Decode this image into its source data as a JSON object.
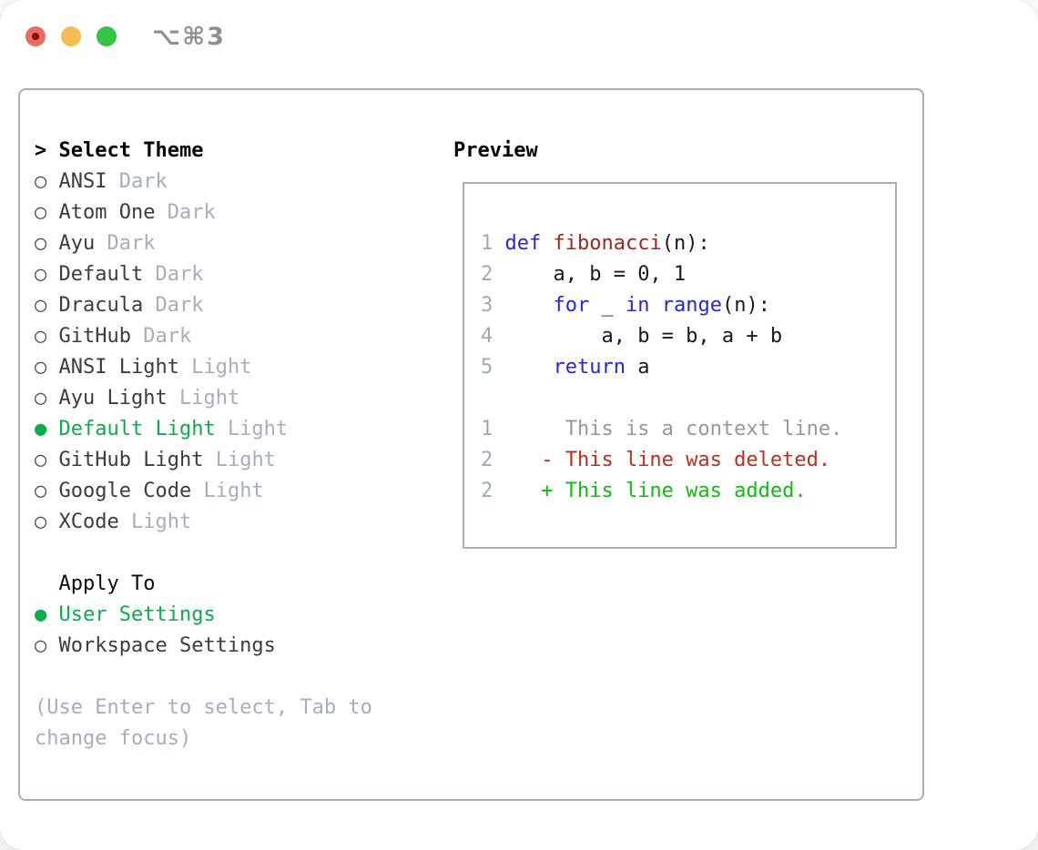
{
  "window": {
    "title": "⌥⌘3",
    "traffic_lights": [
      {
        "name": "close",
        "color": "#ee6a5f",
        "dot_color": "#7d150e"
      },
      {
        "name": "minimize",
        "color": "#f5bd4f"
      },
      {
        "name": "zoom",
        "color": "#33c444"
      }
    ]
  },
  "glyphs": {
    "radio_unselected": "○",
    "radio_selected": "●",
    "prompt": ">"
  },
  "theme_list": {
    "header": "Select Theme",
    "items": [
      {
        "name": "ANSI",
        "variant": "Dark",
        "selected": false
      },
      {
        "name": "Atom One",
        "variant": "Dark",
        "selected": false
      },
      {
        "name": "Ayu",
        "variant": "Dark",
        "selected": false
      },
      {
        "name": "Default",
        "variant": "Dark",
        "selected": false
      },
      {
        "name": "Dracula",
        "variant": "Dark",
        "selected": false
      },
      {
        "name": "GitHub",
        "variant": "Dark",
        "selected": false
      },
      {
        "name": "ANSI Light",
        "variant": "Light",
        "selected": false
      },
      {
        "name": "Ayu Light",
        "variant": "Light",
        "selected": false
      },
      {
        "name": "Default Light",
        "variant": "Light",
        "selected": true
      },
      {
        "name": "GitHub Light",
        "variant": "Light",
        "selected": false
      },
      {
        "name": "Google Code",
        "variant": "Light",
        "selected": false
      },
      {
        "name": "XCode",
        "variant": "Light",
        "selected": false
      }
    ]
  },
  "apply_to": {
    "label": "Apply To",
    "options": [
      {
        "label": "User Settings",
        "selected": true
      },
      {
        "label": "Workspace Settings",
        "selected": false
      }
    ]
  },
  "hint_lines": [
    "(Use Enter to select, Tab to",
    "change focus)"
  ],
  "preview": {
    "label": "Preview",
    "lines": [
      {
        "no": "1",
        "tokens": [
          {
            "t": " ",
            "c": "txt"
          },
          {
            "t": "def ",
            "c": "kw"
          },
          {
            "t": "fibonacci",
            "c": "fn"
          },
          {
            "t": "(n):",
            "c": "txt"
          }
        ]
      },
      {
        "no": "2",
        "tokens": [
          {
            "t": "     a, b = 0, 1",
            "c": "txt"
          }
        ]
      },
      {
        "no": "3",
        "tokens": [
          {
            "t": "     ",
            "c": "txt"
          },
          {
            "t": "for",
            "c": "kw"
          },
          {
            "t": " _ ",
            "c": "txt"
          },
          {
            "t": "in",
            "c": "kw"
          },
          {
            "t": " ",
            "c": "txt"
          },
          {
            "t": "range",
            "c": "kw"
          },
          {
            "t": "(n):",
            "c": "txt"
          }
        ]
      },
      {
        "no": "4",
        "tokens": [
          {
            "t": "         a, b = b, a + b",
            "c": "txt"
          }
        ]
      },
      {
        "no": "5",
        "tokens": [
          {
            "t": "     ",
            "c": "txt"
          },
          {
            "t": "return",
            "c": "kw"
          },
          {
            "t": " a",
            "c": "txt"
          }
        ]
      },
      {
        "no": "",
        "tokens": []
      },
      {
        "no": "1",
        "tokens": [
          {
            "t": "      This is a context line.",
            "c": "ctx"
          }
        ]
      },
      {
        "no": "2",
        "tokens": [
          {
            "t": "    - This line was deleted.",
            "c": "del"
          }
        ]
      },
      {
        "no": "2",
        "tokens": [
          {
            "t": "    + This line was added.",
            "c": "add"
          }
        ]
      }
    ]
  },
  "colors": {
    "border": "#a6aeb8",
    "selection_green": "#0cab4b",
    "muted_gray": "#a6aebc",
    "item_text": "#3b3b42",
    "keyword_blue": "#2525e5",
    "function_red": "#a0251c",
    "diff_deleted_red": "#c52b1d",
    "diff_added_green": "#09c00e",
    "line_number_gray": "#a0a9b6",
    "context_gray": "#97979c"
  }
}
